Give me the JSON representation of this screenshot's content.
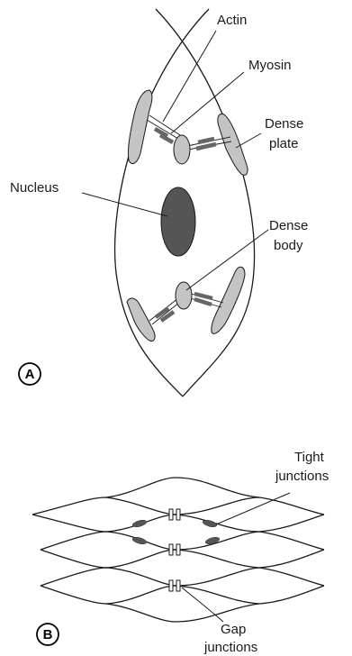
{
  "panel_a": {
    "letter": "A",
    "labels": {
      "actin": "Actin",
      "myosin": "Myosin",
      "dense_plate_line1": "Dense",
      "dense_plate_line2": "plate",
      "nucleus": "Nucleus",
      "dense_body_line1": "Dense",
      "dense_body_line2": "body"
    }
  },
  "panel_b": {
    "letter": "B",
    "labels": {
      "tight_junctions_line1": "Tight",
      "tight_junctions_line2": "junctions",
      "gap_junctions_line1": "Gap",
      "gap_junctions_line2": "junctions"
    }
  },
  "colors": {
    "nucleus": "#555555",
    "dense_plate": "#c4c4c4",
    "myosin": "#666666",
    "outline": "#1a1a1a"
  }
}
